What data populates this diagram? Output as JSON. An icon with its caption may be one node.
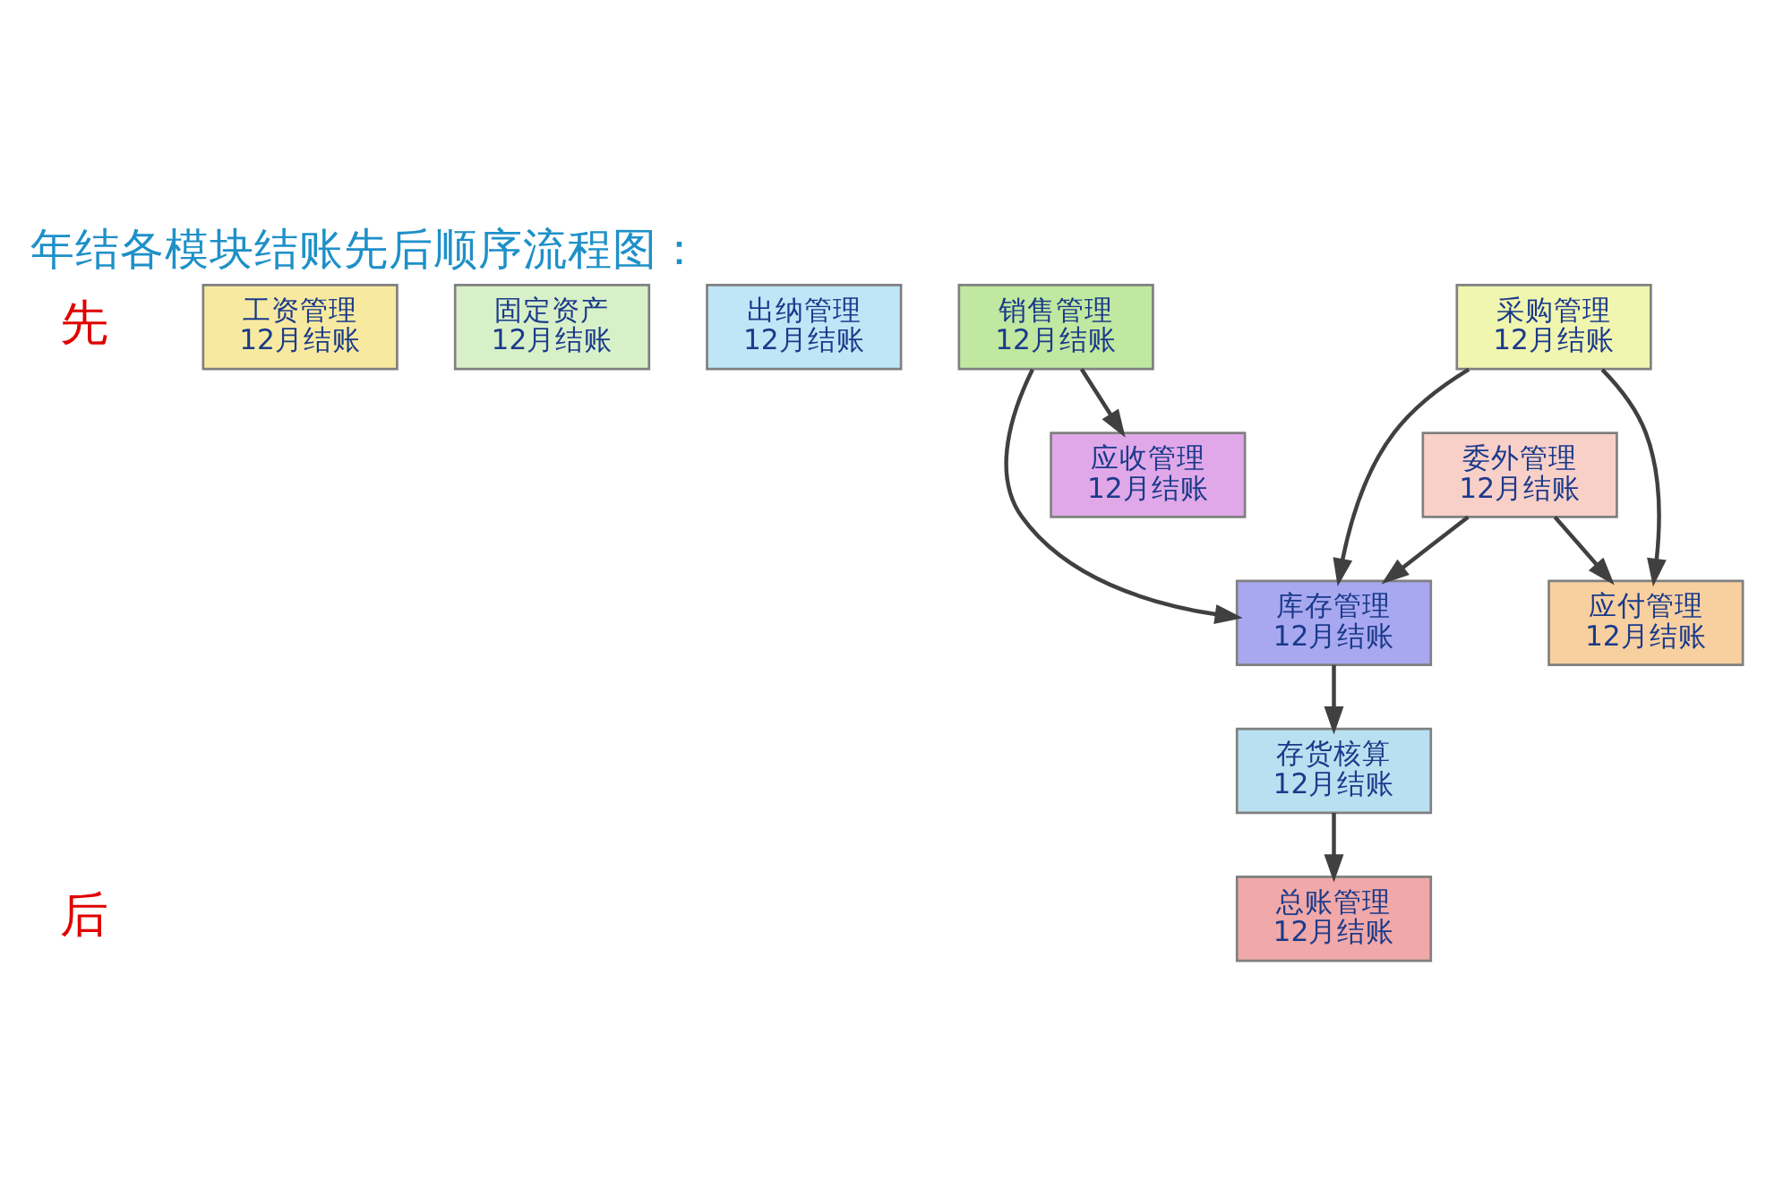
{
  "diagram": {
    "title": "年结各模块结账先后顺序流程图：",
    "nodes": [
      {
        "text": [
          "工资管理",
          "12月结账"
        ]
      },
      {
        "text": [
          "固定资产",
          "12月结账"
        ]
      },
      {
        "text": [
          "出纳管理",
          "12月结账"
        ]
      },
      {
        "text": [
          "采购管理",
          "12月结账"
        ]
      },
      {
        "text": [
          "销售管理",
          "12月结账"
        ]
      },
      {
        "text": [
          "委外管理",
          "12月结账"
        ]
      },
      {
        "text": [
          "应收管理",
          "12月结账"
        ]
      },
      {
        "text": [
          "库存管理",
          "12月结账"
        ]
      },
      {
        "text": [
          "应付管理",
          "12月结账"
        ]
      },
      {
        "text": [
          "存货核算",
          "12月结账"
        ]
      },
      {
        "text": [
          "总账管理",
          "12月结账"
        ]
      }
    ],
    "edges": [
      {
        "from": 3,
        "to": 7,
        "arrow": "to"
      },
      {
        "from": 3,
        "to": 8,
        "arrow": "to"
      },
      {
        "from": 4,
        "to": 7,
        "arrow": "to"
      },
      {
        "from": 4,
        "to": 6,
        "arrow": "to"
      },
      {
        "from": 5,
        "to": 7,
        "arrow": "to"
      },
      {
        "from": 5,
        "to": 8,
        "arrow": "to"
      },
      {
        "from": 7,
        "to": 9,
        "arrow": "to"
      },
      {
        "from": 9,
        "to": 10,
        "arrow": "to"
      }
    ],
    "labels": [
      "先",
      "后"
    ]
  }
}
